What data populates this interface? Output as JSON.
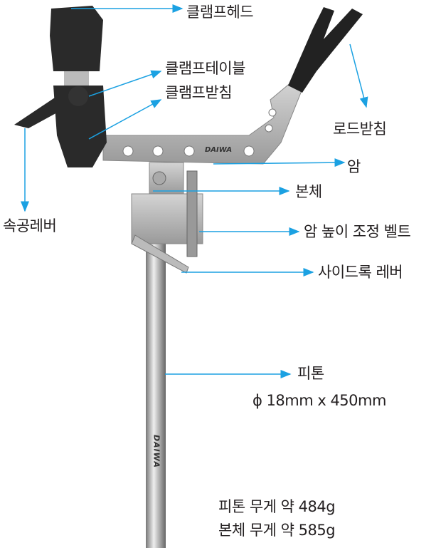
{
  "colors": {
    "arrow": "#1ba1e2",
    "text": "#231f20",
    "metal": "#b9b9b9",
    "black": "#2a2a2a"
  },
  "labels": {
    "clamp_head": "클램프헤드",
    "clamp_table": "클램프테이블",
    "clamp_support": "클램프받침",
    "rod_support": "로드받침",
    "arm": "암",
    "body": "본체",
    "quick_lever": "속공레버",
    "arm_height_bolt": "암 높이 조정 벨트",
    "side_lock_lever": "사이드록 레버",
    "piton": "피톤",
    "piton_size": "ϕ 18mm x 450mm"
  },
  "specs": {
    "piton_weight": "피톤 무게  약 484g",
    "body_weight": "본체 무게  약 585g"
  },
  "brand": "DAIWA"
}
